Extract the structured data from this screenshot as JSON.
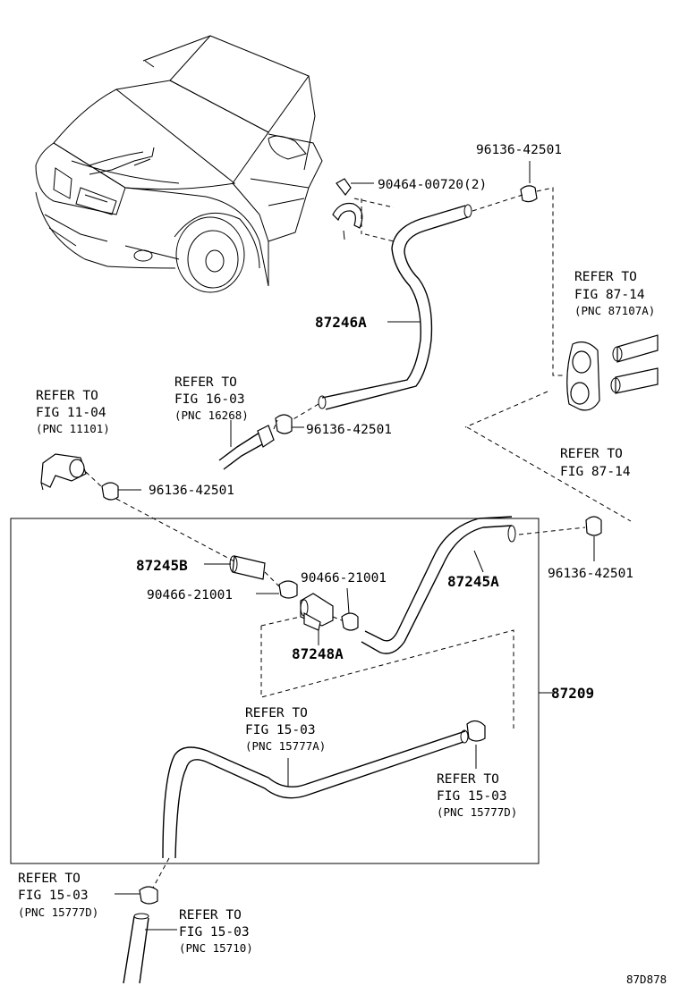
{
  "diagram_id": "87D878",
  "labels": {
    "clip_top": "90464-00720(2)",
    "clamp_top_right": "96136-42501",
    "refer_87_14_a": [
      "REFER TO",
      "FIG 87-14",
      "(PNC 87107A)"
    ],
    "hose_87246A": "87246A",
    "refer_16_03": [
      "REFER TO",
      "FIG 16-03",
      "(PNC 16268)"
    ],
    "clamp_mid": "96136-42501",
    "refer_11_04": [
      "REFER TO",
      "FIG 11-04",
      "(PNC 11101)"
    ],
    "clamp_left": "96136-42501",
    "refer_87_14_b": [
      "REFER TO",
      "FIG 87-14"
    ],
    "clamp_right": "96136-42501",
    "hose_87245B": "87245B",
    "clamp_90466_left": "90466-21001",
    "clamp_90466_right": "90466-21001",
    "hose_87245A": "87245A",
    "joint_87248A": "87248A",
    "assembly_87209": "87209",
    "refer_15_03_a": [
      "REFER TO",
      "FIG 15-03",
      "(PNC 15777A)"
    ],
    "refer_15_03_b": [
      "REFER TO",
      "FIG 15-03",
      "(PNC 15777D)"
    ],
    "refer_15_03_c": [
      "REFER TO",
      "FIG 15-03",
      "(PNC 15777D)"
    ],
    "refer_15_03_d": [
      "REFER TO",
      "FIG 15-03",
      "(PNC 15710)"
    ]
  }
}
